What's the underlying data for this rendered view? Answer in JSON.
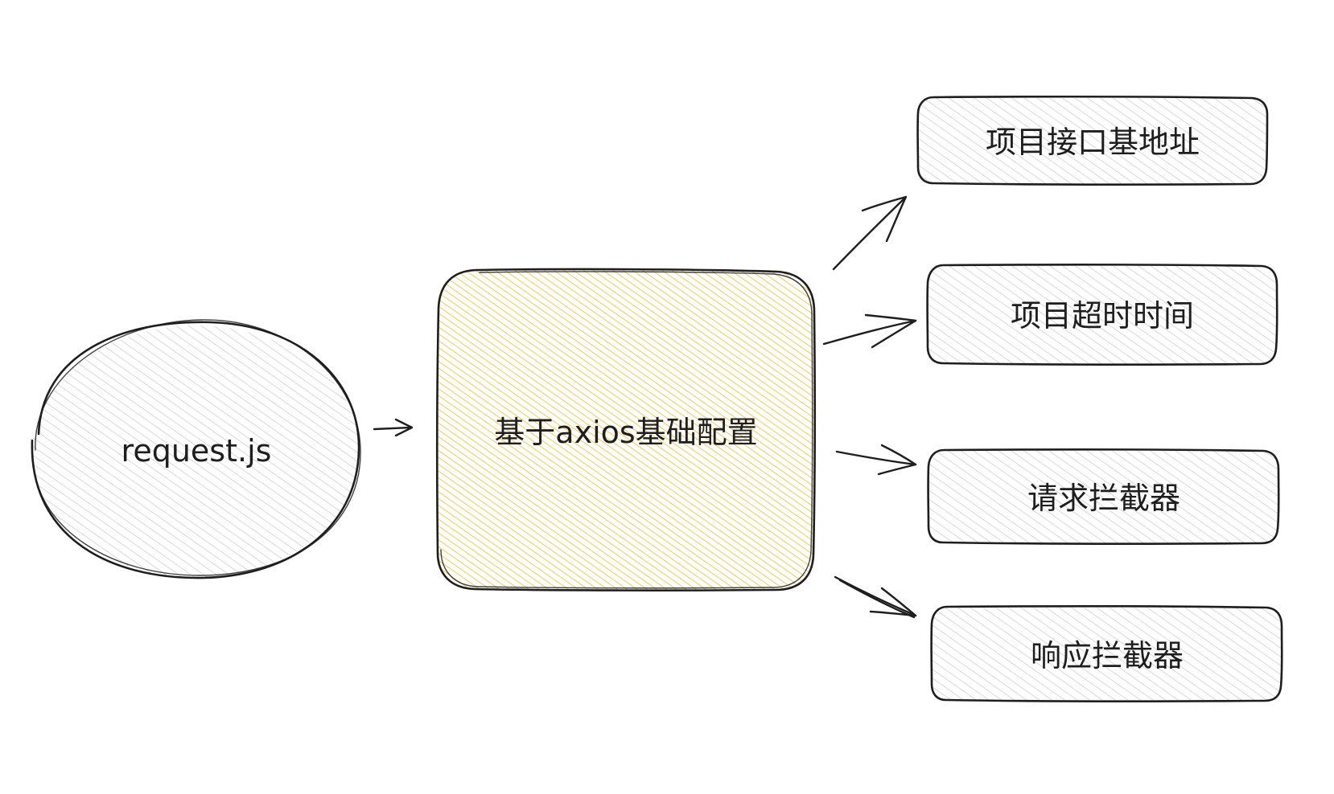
{
  "source_node": {
    "label": "request.js",
    "shape": "ellipse",
    "fill_color": "#d9d9d9"
  },
  "center_node": {
    "label": "基于axios基础配置",
    "shape": "rounded-rectangle",
    "fill_color": "#f2b705"
  },
  "output_nodes": [
    {
      "label": "项目接口基地址"
    },
    {
      "label": "项目超时时间"
    },
    {
      "label": "请求拦截器"
    },
    {
      "label": "响应拦截器"
    }
  ],
  "output_fill_color": "#d9d9d9",
  "stroke_color": "#1e1e1e"
}
